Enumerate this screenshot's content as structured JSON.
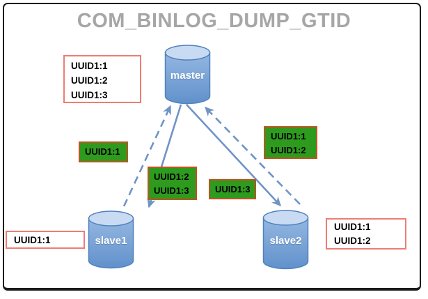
{
  "title": "COM_BINLOG_DUMP_GTID",
  "colors": {
    "title_gray": "#a6a6a6",
    "arrow_blue": "#6f94c6",
    "cylinder_stroke": "#4f81bd",
    "cylinder_top_fill": "#c9dbf2",
    "cylinder_body_light": "#94b7e2",
    "cylinder_body_dark": "#6191cb",
    "red_box_border": "#ec7d72",
    "green_box_bg": "#2e9b1e",
    "green_box_border": "#c0541e",
    "frame_border": "#1b1b1b"
  },
  "nodes": {
    "master": {
      "label": "master"
    },
    "slave1": {
      "label": "slave1"
    },
    "slave2": {
      "label": "slave2"
    }
  },
  "executed": {
    "master": [
      "UUID1:1",
      "UUID1:2",
      "UUID1:3"
    ],
    "slave1": [
      "UUID1:1"
    ],
    "slave2": [
      "UUID1:1",
      "UUID1:2"
    ]
  },
  "edges": [
    {
      "id": "slave1-request",
      "from": "slave1",
      "to": "master",
      "style": "dashed",
      "labels": [
        "UUID1:1"
      ]
    },
    {
      "id": "master-response-slave1",
      "from": "master",
      "to": "slave1",
      "style": "solid",
      "labels": [
        "UUID1:2",
        "UUID1:3"
      ]
    },
    {
      "id": "master-response-slave2",
      "from": "master",
      "to": "slave2",
      "style": "solid",
      "labels": [
        "UUID1:3"
      ]
    },
    {
      "id": "slave2-request",
      "from": "slave2",
      "to": "master",
      "style": "dashed",
      "labels": [
        "UUID1:1",
        "UUID1:2"
      ]
    }
  ]
}
